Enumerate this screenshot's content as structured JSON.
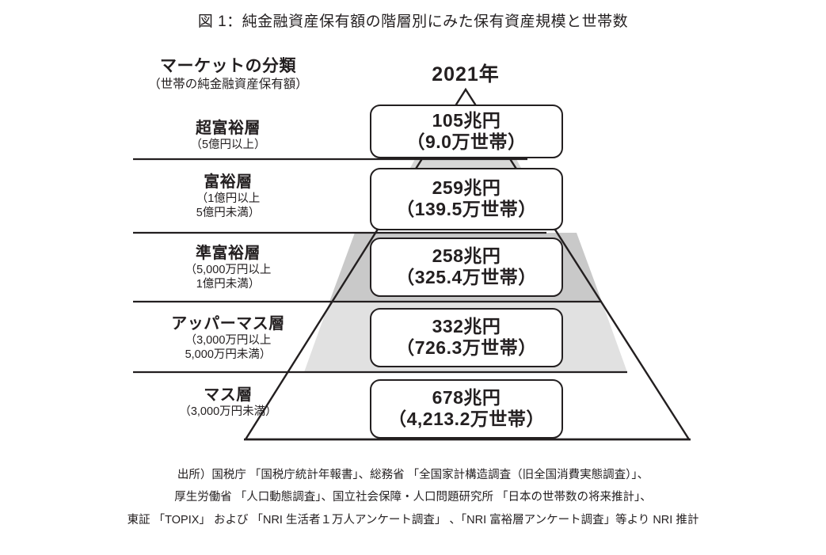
{
  "title": "図 1：純金融資産保有額の階層別にみた保有資産規模と世帯数",
  "category_heading": {
    "main": "マーケットの分類",
    "sub": "（世帯の純金融資産保有額）"
  },
  "year_caption": "2021年",
  "chart_data": {
    "type": "pyramid",
    "title": "図 1：純金融資産保有額の階層別にみた保有資産規模と世帯数",
    "year": "2021年",
    "categories": [
      "超富裕層",
      "富裕層",
      "準富裕層",
      "アッパーマス層",
      "マス層"
    ],
    "category_ranges": [
      "（5億円以上）",
      "（1億円以上\n5億円未満）",
      "（5,000万円以上\n1億円未満）",
      "（3,000万円以上\n5,000万円未満）",
      "（3,000万円未満）"
    ],
    "assets_trillion_yen": [
      105,
      259,
      258,
      332,
      678
    ],
    "assets_labels": [
      "105兆円",
      "259兆円",
      "258兆円",
      "332兆円",
      "678兆円"
    ],
    "households_man_setai": [
      9.0,
      139.5,
      325.4,
      726.3,
      4213.2
    ],
    "households_labels": [
      "（9.0万世帯）",
      "（139.5万世帯）",
      "（325.4万世帯）",
      "（726.3万世帯）",
      "（4,213.2万世帯）"
    ],
    "ylabel": "マーケットの分類（世帯の純金融資産保有額）",
    "legend": [],
    "grid": false
  },
  "tiers": [
    {
      "name": "超富裕層",
      "range_line1": "（5億円以上）",
      "range_line2": "",
      "amount": "105兆円",
      "households": "（9.0万世帯）"
    },
    {
      "name": "富裕層",
      "range_line1": "（1億円以上",
      "range_line2": "5億円未満）",
      "amount": "259兆円",
      "households": "（139.5万世帯）"
    },
    {
      "name": "準富裕層",
      "range_line1": "（5,000万円以上",
      "range_line2": "1億円未満）",
      "amount": "258兆円",
      "households": "（325.4万世帯）"
    },
    {
      "name": "アッパーマス層",
      "range_line1": "（3,000万円以上",
      "range_line2": "5,000万円未満）",
      "amount": "332兆円",
      "households": "（726.3万世帯）"
    },
    {
      "name": "マス層",
      "range_line1": "（3,000万円未満）",
      "range_line2": "",
      "amount": "678兆円",
      "households": "（4,213.2万世帯）"
    }
  ],
  "source_notes": {
    "line1": "出所）国税庁 「国税庁統計年報書」、総務省 「全国家計構造調査（旧全国消費実態調査）」、",
    "line2": "厚生労働省 「人口動態調査」、国立社会保障・人口問題研究所 「日本の世帯数の将来推計」、",
    "line3": "東証 「TOPIX」 および 「NRI 生活者１万人アンケート調査」 、「NRI 富裕層アンケート調査」等より NRI 推計"
  },
  "colors": {
    "outline": "#231f20",
    "band_upper_shade": "#c9c9c9",
    "band_lower_shade": "#e1e1e1",
    "background": "#ffffff"
  }
}
